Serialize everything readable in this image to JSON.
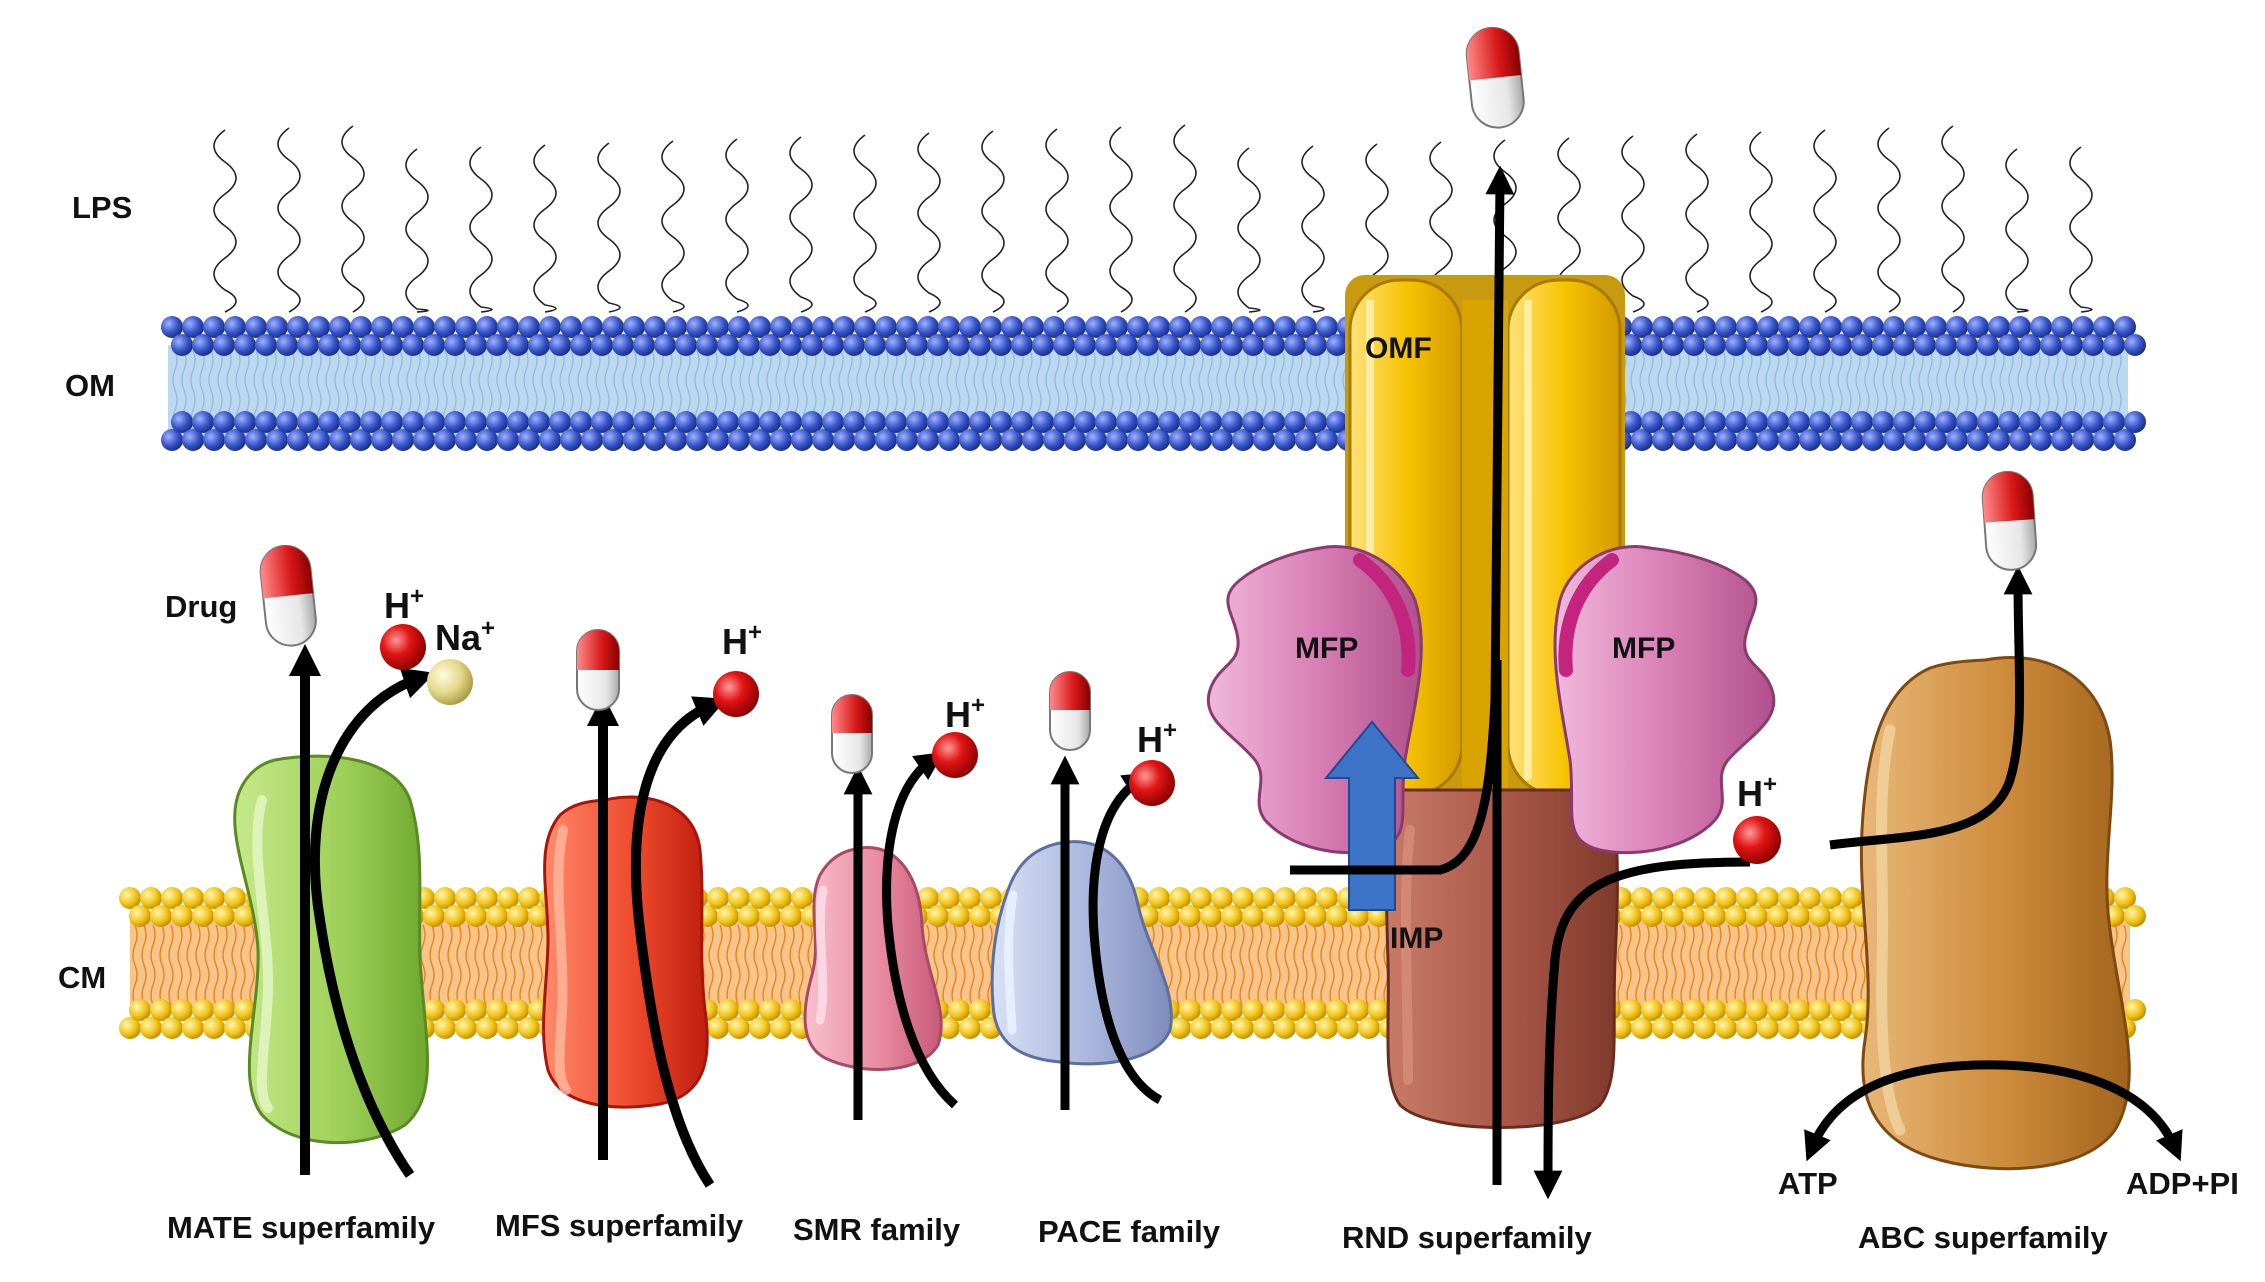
{
  "layers": {
    "lps": "LPS",
    "om": "OM",
    "cm": "CM"
  },
  "labels": {
    "drug": "Drug",
    "proton": "H",
    "proton_sup": "+",
    "sodium": "Na",
    "sodium_sup": "+",
    "omf": "OMF",
    "mfp_left": "MFP",
    "mfp_right": "MFP",
    "imp": "IMP",
    "atp": "ATP",
    "adp": "ADP+PI"
  },
  "families": {
    "mate": "MATE superfamily",
    "mfs": "MFS superfamily",
    "smr": "SMR family",
    "pace": "PACE family",
    "rnd": "RND superfamily",
    "abc": "ABC superfamily"
  },
  "colors": {
    "om_head": "#3552c8",
    "om_tail": "#bcd8ef",
    "cm_head": "#f2c418",
    "cm_tail": "#f0962a",
    "mate": "#9fd05a",
    "mfs": "#ee4a2c",
    "smr": "#e98aa2",
    "pace": "#a9b6dc",
    "omf": "#f7c300",
    "mfp": "#d67bb2",
    "imp": "#a85646",
    "abc": "#cc8a3a",
    "proton": "#e11414",
    "sodium": "#e4d98a",
    "pump_arrow": "#3e74c8"
  }
}
